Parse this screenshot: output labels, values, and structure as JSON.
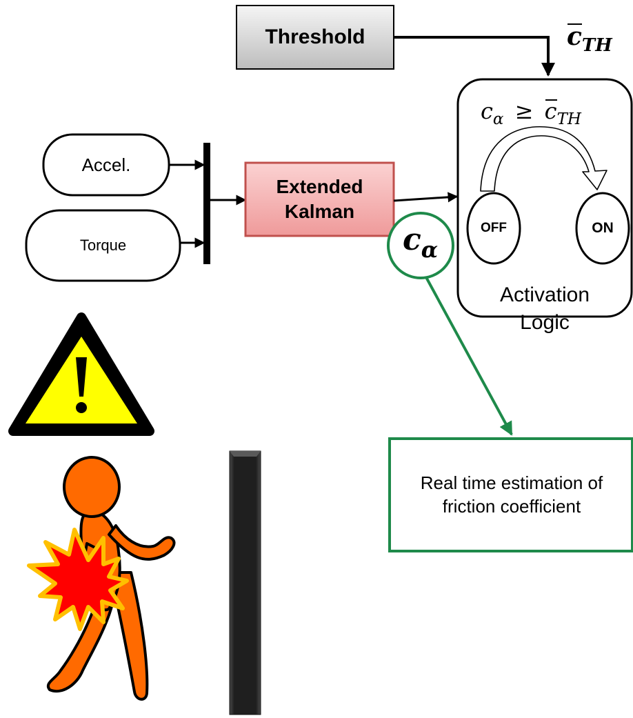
{
  "threshold_box": {
    "label": "Threshold"
  },
  "threshold_symbol": {
    "base": "c",
    "sub": "TH"
  },
  "inputs": [
    {
      "label": "Accel."
    },
    {
      "label": "Torque"
    }
  ],
  "ekf_box": {
    "label_line1": "Extended",
    "label_line2": "Kalman"
  },
  "estimate_symbol": {
    "base": "c",
    "sub": "α"
  },
  "activation_logic": {
    "condition": {
      "lhs_base": "c",
      "lhs_sub": "α",
      "op": "≥",
      "rhs_base": "c",
      "rhs_sub": "TH"
    },
    "state_off": "OFF",
    "state_on": "ON",
    "title_line1": "Activation",
    "title_line2": "Logic"
  },
  "callout": {
    "text": "Real time estimation of friction coefficient"
  },
  "colors": {
    "ekf_fill": "#f4a6a6",
    "ekf_border": "#c0504d",
    "callout_green": "#1e8a4a",
    "warning_yellow": "#ffff00",
    "person_orange": "#ff6a00",
    "impact_red": "#ff0000",
    "impact_outline": "#ffc000",
    "wall_dark": "#2a2a2a"
  },
  "icons": [
    "warning-icon",
    "person-walking-icon",
    "impact-burst-icon",
    "wall-post-icon"
  ]
}
